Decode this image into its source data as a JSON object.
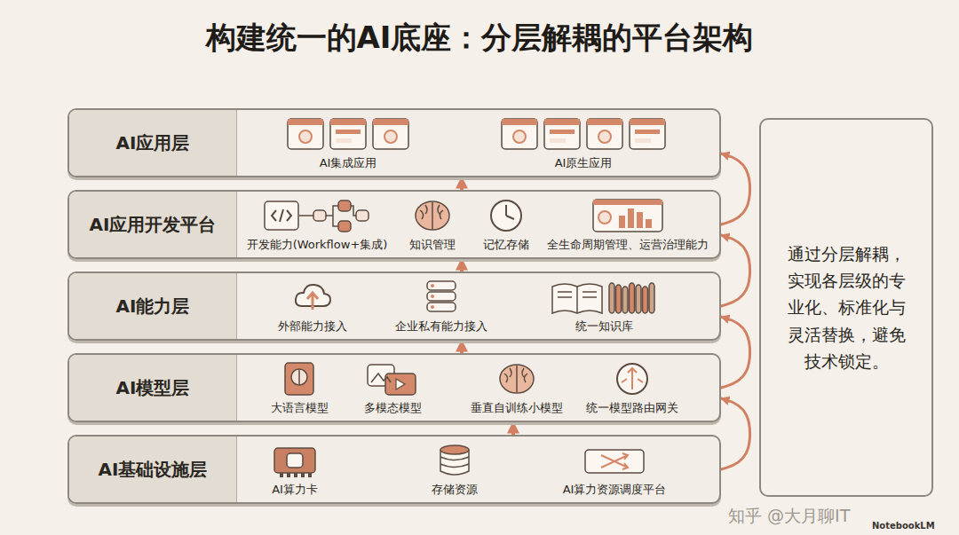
{
  "diagram": {
    "title": "构建统一的AI底座：分层解耦的平台架构",
    "nodes": [
      {
        "text": [
          "AI应用层"
        ]
      },
      {
        "text": [
          "AI集成应用"
        ],
        "in": 0
      },
      {
        "text": [
          "AI原生应用"
        ],
        "in": 0
      },
      {
        "text": [
          "AI应用开发平台"
        ]
      },
      {
        "text": [
          "开发能力(Workflow+集成)"
        ],
        "in": 3
      },
      {
        "text": [
          "知识管理"
        ],
        "in": 3
      },
      {
        "text": [
          "记忆存储"
        ],
        "in": 3
      },
      {
        "text": [
          "全生命周期管理、运营治理能力"
        ],
        "in": 3
      },
      {
        "text": [
          "AI能力层"
        ]
      },
      {
        "text": [
          "外部能力接入"
        ],
        "in": 8
      },
      {
        "text": [
          "企业私有能力接入"
        ],
        "in": 8
      },
      {
        "text": [
          "统一知识库"
        ],
        "in": 8
      },
      {
        "text": [
          "AI模型层"
        ]
      },
      {
        "text": [
          "大语言模型"
        ],
        "in": 12
      },
      {
        "text": [
          "多模态模型"
        ],
        "in": 12
      },
      {
        "text": [
          "垂直自训练小模型"
        ],
        "in": 12
      },
      {
        "text": [
          "统一模型路由网关"
        ],
        "in": 12
      },
      {
        "text": [
          "AI基础设施层"
        ]
      },
      {
        "text": [
          "AI算力卡"
        ],
        "in": 17
      },
      {
        "text": [
          "存储资源"
        ],
        "in": 17
      },
      {
        "text": [
          "AI算力资源调度平台"
        ],
        "in": 17
      },
      {
        "text": [
          "通过分层解耦，实现各层级的专业化、标准化与灵活替换，避免技术锁定。"
        ]
      }
    ],
    "edges": [
      {
        "from": 3,
        "to": 0,
        "arrow": "to"
      },
      {
        "from": 8,
        "to": 3,
        "arrow": "to"
      },
      {
        "from": 12,
        "to": 8,
        "arrow": "to"
      },
      {
        "from": 17,
        "to": 12,
        "arrow": "to"
      },
      {
        "from": 3,
        "to": 0,
        "arrow": "to"
      },
      {
        "from": 8,
        "to": 3,
        "arrow": "to"
      },
      {
        "from": 12,
        "to": 8,
        "arrow": "to"
      },
      {
        "from": 17,
        "to": 12,
        "arrow": "to"
      }
    ],
    "labels": [
      "知乎 @大月聊IT",
      "NotebookLM"
    ]
  }
}
